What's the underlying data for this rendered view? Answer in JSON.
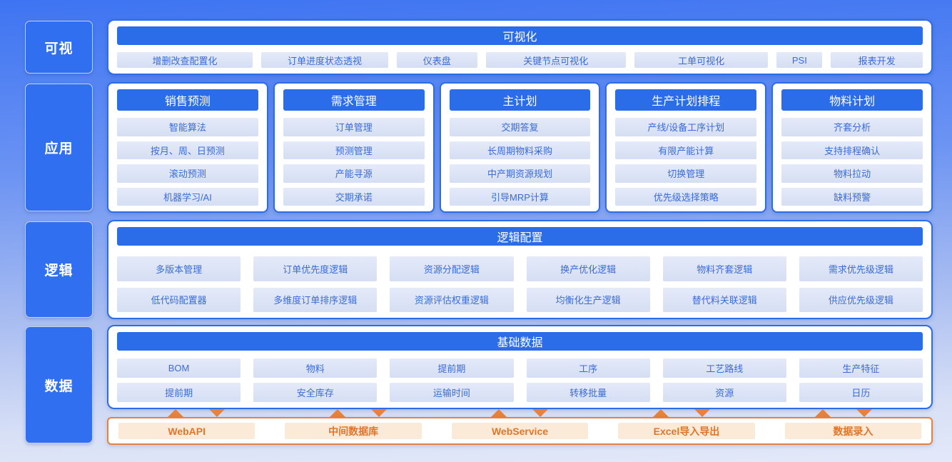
{
  "palette": {
    "primary_blue": "#2b6de9",
    "label_blue": "#2f6ff0",
    "chip_bg": "#dbe4f6",
    "chip_text": "#3a6bd8",
    "orange": "#e8813c",
    "orange_chip_bg": "#fcead9",
    "orange_text": "#e0762a",
    "background_top": "#3e74f2",
    "background_bottom": "#e3e9f9"
  },
  "visual": {
    "label": "可视",
    "header": "可视化",
    "items": [
      "增删改查配置化",
      "订单进度状态透视",
      "仪表盘",
      "关键节点可视化",
      "工单可视化",
      "PSI",
      "报表开发"
    ]
  },
  "application": {
    "label": "应用",
    "columns": [
      {
        "header": "销售预测",
        "items": [
          "智能算法",
          "按月、周、日预测",
          "滚动预测",
          "机器学习/AI"
        ]
      },
      {
        "header": "需求管理",
        "items": [
          "订单管理",
          "预测管理",
          "产能寻源",
          "交期承诺"
        ]
      },
      {
        "header": "主计划",
        "items": [
          "交期答复",
          "长周期物料采购",
          "中产期资源规划",
          "引导MRP计算"
        ]
      },
      {
        "header": "生产计划排程",
        "items": [
          "产线/设备工序计划",
          "有限产能计算",
          "切换管理",
          "优先级选择策略"
        ]
      },
      {
        "header": "物料计划",
        "items": [
          "齐套分析",
          "支持排程确认",
          "物料拉动",
          "缺料预警"
        ]
      }
    ]
  },
  "logic": {
    "label": "逻辑",
    "header": "逻辑配置",
    "rows": [
      [
        "多版本管理",
        "订单优先度逻辑",
        "资源分配逻辑",
        "换产优化逻辑",
        "物料齐套逻辑",
        "需求优先级逻辑"
      ],
      [
        "低代码配置器",
        "多维度订单排序逻辑",
        "资源评估权重逻辑",
        "均衡化生产逻辑",
        "替代料关联逻辑",
        "供应优先级逻辑"
      ]
    ]
  },
  "data": {
    "label": "数据",
    "header": "基础数据",
    "rows": [
      [
        "BOM",
        "物料",
        "提前期",
        "工序",
        "工艺路线",
        "生产特征"
      ],
      [
        "提前期",
        "安全库存",
        "运输时间",
        "转移批量",
        "资源",
        "日历"
      ]
    ]
  },
  "integration": {
    "items": [
      "WebAPI",
      "中间数据库",
      "WebService",
      "Excel导入导出",
      "数据录入"
    ]
  }
}
